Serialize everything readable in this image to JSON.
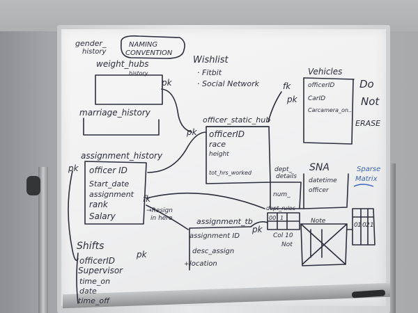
{
  "whiteboard": {
    "naming_convention": [
      "NAMING",
      "CONVENTION"
    ],
    "gender_history": [
      "gender_",
      "history"
    ],
    "weight_hubs": "weight_hubs",
    "weight_history": "history",
    "pk": "pk",
    "fk": "fk",
    "marriage_history": "marriage_history",
    "wishlist": {
      "title": "Wishlist",
      "items": [
        "· Fitbit",
        "· Social Network"
      ]
    },
    "vehicles": {
      "title": "Vehicles",
      "fields": [
        "officerID",
        "CarID",
        "Carcamera_on..."
      ]
    },
    "do_not_erase": [
      "Do",
      "Not",
      "ERASE"
    ],
    "officer_static_hubs": {
      "title": "officer_static_hub",
      "fields": [
        "officerID",
        "race",
        "height",
        "tot_hrs_worked"
      ]
    },
    "assignment_history": {
      "title": "assignment_history",
      "fields": [
        "officer ID",
        "Start_date",
        "assignment",
        "rank",
        "Salary"
      ]
    },
    "resign_note": [
      "→Resign",
      "in here"
    ],
    "dept_details": [
      "dept_",
      "details"
    ],
    "num": "num_",
    "dept_rules": "dept_rules",
    "dept_rules_cells": [
      "00",
      "1"
    ],
    "sna": {
      "title": "SNA",
      "fields": [
        "datetime",
        "officer"
      ],
      "note": "Note"
    },
    "sparse_matrix": [
      "Sparse",
      "Matrix"
    ],
    "matrix_cells": [
      "0",
      "1",
      "0",
      "2",
      "1"
    ],
    "cols_10": "Col 10",
    "not": "Not",
    "assignment_tb": {
      "title": "assignment_tb",
      "fields": [
        "assignment ID",
        "desc_assign",
        "location"
      ],
      "bullet": "+"
    },
    "shifts": {
      "title": "Shifts",
      "fields": [
        "officerID",
        "Supervisor",
        "time_on",
        "date",
        "time_off"
      ]
    }
  }
}
